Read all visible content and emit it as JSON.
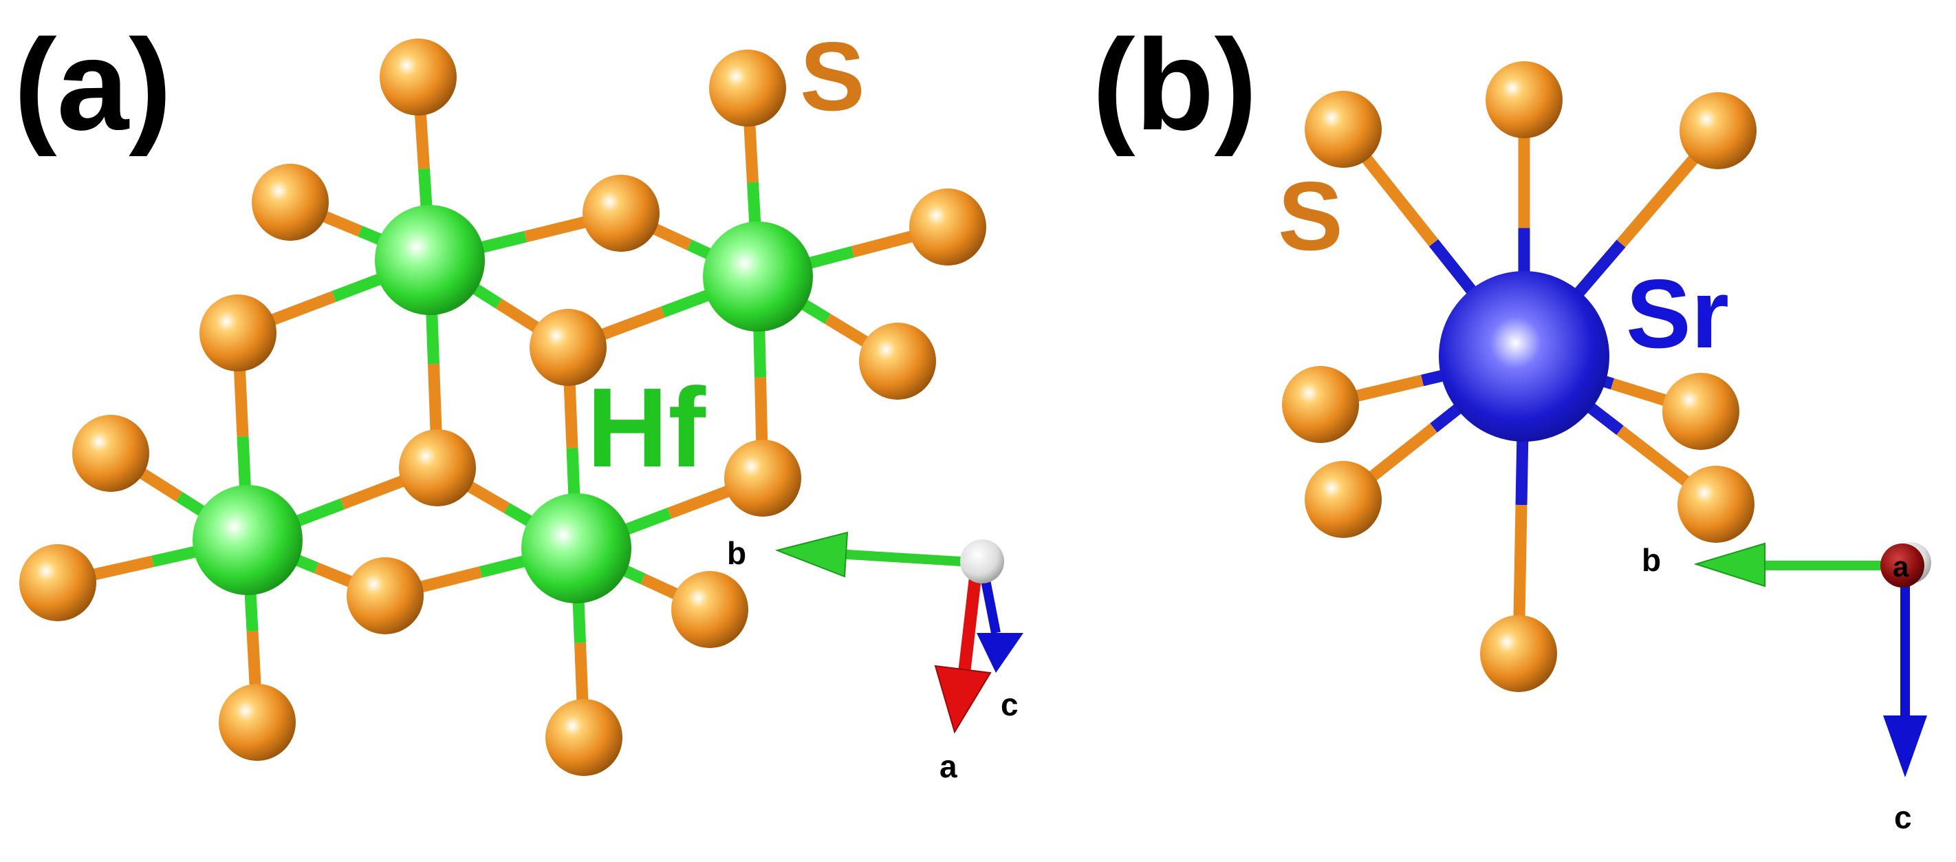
{
  "panels": [
    {
      "label": "(a)",
      "element_labels": [
        {
          "text": "S",
          "color": "#d4791a"
        },
        {
          "text": "Hf",
          "color": "#22c422"
        }
      ],
      "axes_labels": {
        "b": "b",
        "a": "a",
        "c": "c"
      }
    },
    {
      "label": "(b)",
      "element_labels": [
        {
          "text": "S",
          "color": "#d4791a"
        },
        {
          "text": "Sr",
          "color": "#1414d8"
        }
      ],
      "axes_labels": {
        "b": "b",
        "a": "a",
        "c": "c"
      }
    }
  ],
  "colors": {
    "sulfur": "#e8891e",
    "hafnium": "#2fd62f",
    "strontium": "#1a1ad0",
    "axis_a": "#e01010",
    "axis_b": "#2ecf2e",
    "axis_c": "#1010d0"
  }
}
